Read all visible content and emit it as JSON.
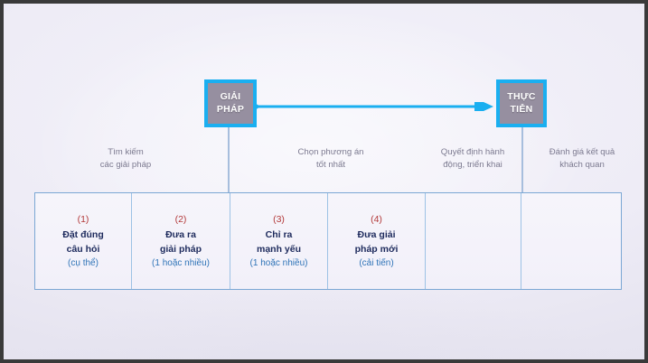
{
  "diagram": {
    "nodes": [
      {
        "id": "solution",
        "label": "GIẢI\nPHÁP",
        "fill": "#968fa0",
        "border": "#1aaff0"
      },
      {
        "id": "practice",
        "label": "THỰC\nTIỄN",
        "fill": "#968fa0",
        "border": "#1aaff0"
      }
    ],
    "arrow": {
      "from": "solution",
      "to": "practice",
      "color": "#1aaff0"
    },
    "captions": [
      "Tìm kiếm\ncác giải pháp",
      "Chọn phương án\ntốt nhất",
      "Quyết định hành\nđộng, triển khai",
      "Đánh giá kết quả\nkhách quan"
    ],
    "table": {
      "border_color": "#7ba7d4",
      "cells": [
        {
          "number": "(1)",
          "title": "Đặt đúng\ncâu hỏi",
          "note": "(cụ thể)",
          "width": 107
        },
        {
          "number": "(2)",
          "title": "Đưa ra\ngiải pháp",
          "note": "(1 hoặc nhiều)",
          "width": 109
        },
        {
          "number": "(3)",
          "title": "Chỉ ra\nmạnh yếu",
          "note": "(1 hoặc nhiều)",
          "width": 108
        },
        {
          "number": "(4)",
          "title": "Đưa giải\npháp mới",
          "note": "(cải tiến)",
          "width": 108
        },
        {
          "number": "",
          "title": "",
          "note": "",
          "width": 106
        },
        {
          "number": "",
          "title": "",
          "note": "",
          "width": 112
        }
      ]
    },
    "colors": {
      "number_red": "#b33a3a",
      "title_navy": "#1d2a5c",
      "note_blue": "#2f74b8",
      "caption_gray": "#7c7a90",
      "accent_cyan": "#1aaff0",
      "connector_blue": "#a7bedd"
    }
  }
}
